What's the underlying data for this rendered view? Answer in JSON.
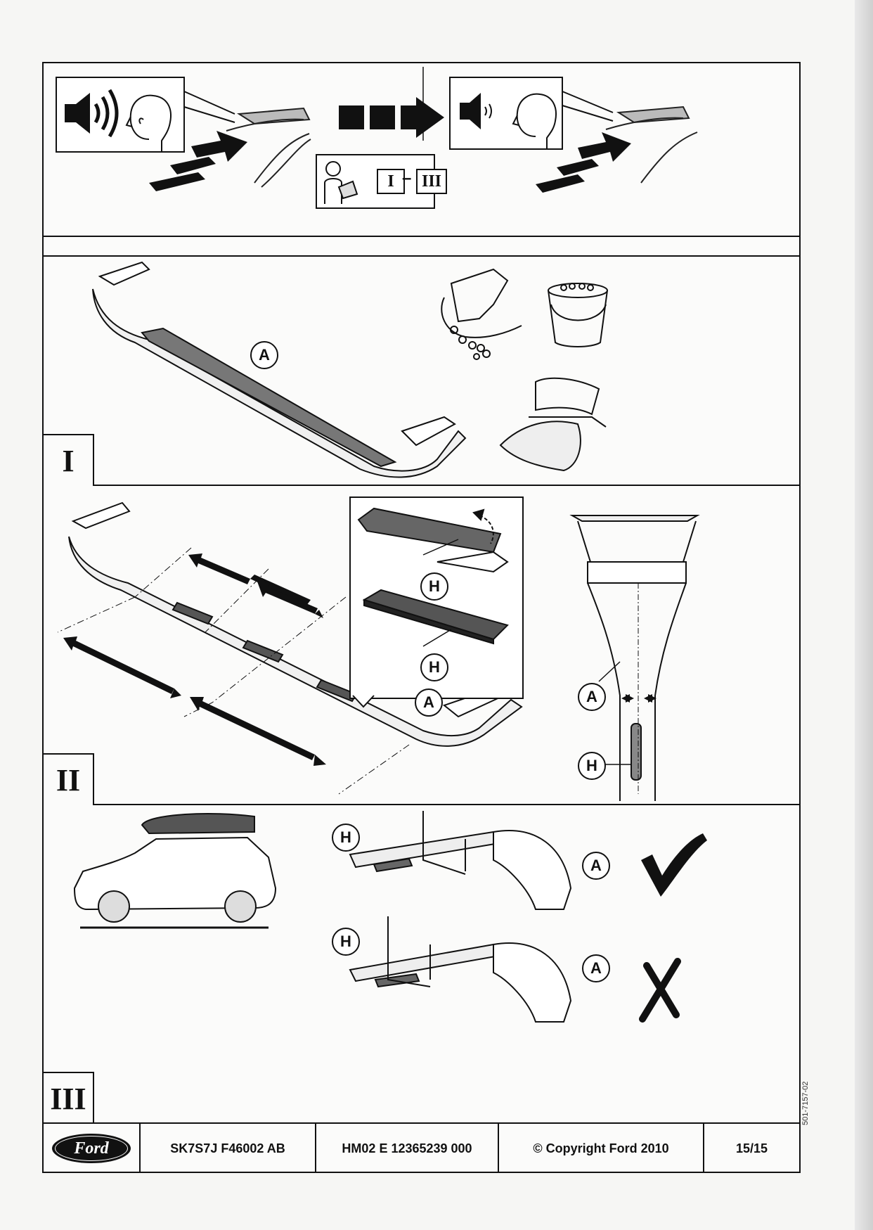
{
  "header_panel": {
    "manual_steps": {
      "from": "I",
      "separator": "–",
      "to": "III"
    }
  },
  "step_1": {
    "label": "I",
    "callout_a": "A"
  },
  "step_2": {
    "label": "II",
    "callouts": {
      "h_top": "H",
      "h_bottom": "H",
      "a_bar": "A",
      "a_side": "A",
      "h_side": "H"
    }
  },
  "step_3": {
    "label": "III",
    "callouts": {
      "h_correct": "H",
      "a_correct": "A",
      "h_wrong": "H",
      "a_wrong": "A"
    }
  },
  "footer": {
    "logo_text": "Ford",
    "part_number": "SK7S7J F46002 AB",
    "doc_number": "HM02 E 12365239 000",
    "copyright": "© Copyright Ford 2010",
    "page": "15/15"
  },
  "side_code": "501-7157-02"
}
